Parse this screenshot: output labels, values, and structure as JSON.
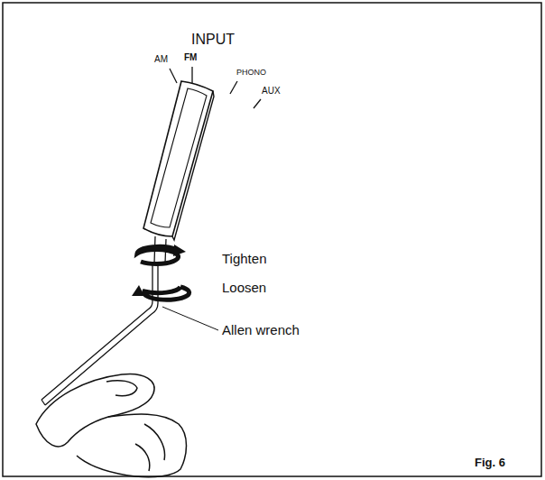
{
  "diagram": {
    "caption": "Fig. 6",
    "labels": [
      "INPUT",
      "AM",
      "FM",
      "PHONO",
      "AUX",
      "Tighten",
      "Loosen",
      "Allen wrench"
    ]
  }
}
